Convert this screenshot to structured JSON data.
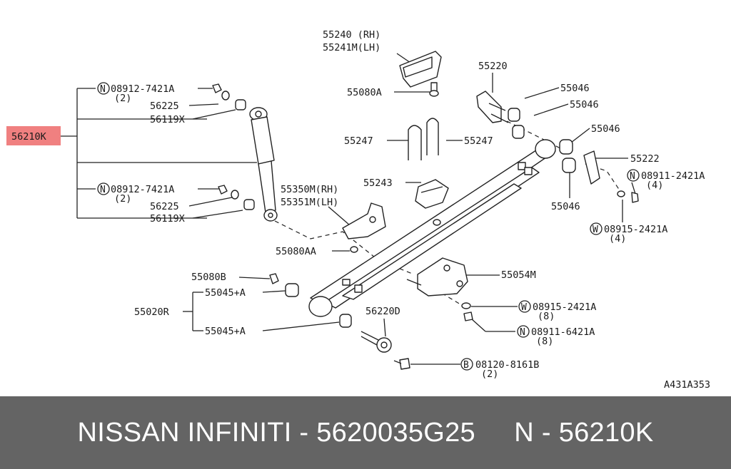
{
  "callout_highlight": "56210K",
  "labels": {
    "p55240": "55240 (RH)",
    "p55241m": "55241M(LH)",
    "p55080a": "55080A",
    "p55220": "55220",
    "p55046_1": "55046",
    "p55046_2": "55046",
    "p55046_3": "55046",
    "p55046_4": "55046",
    "p55222": "55222",
    "p55247_l": "55247",
    "p55247_r": "55247",
    "p55243": "55243",
    "p55350m": "55350M(RH)",
    "p55351m": "55351M(LH)",
    "p55080aa": "55080AA",
    "p55080b": "55080B",
    "p55054m": "55054M",
    "p55045_1": "55045+A",
    "p55045_2": "55045+A",
    "p55020r": "55020R",
    "p56220d": "56220D",
    "n1_part": "08912-7421A",
    "n1_qty": "(2)",
    "p56225_1": "56225",
    "p56119x_1": "56119X",
    "n2_part": "08912-7421A",
    "n2_qty": "(2)",
    "p56225_2": "56225",
    "p56119x_2": "56119X",
    "n3_part": "08911-2421A",
    "n3_qty": "(4)",
    "w1_part": "08915-2421A",
    "w1_qty": "(4)",
    "w2_part": "08915-2421A",
    "w2_qty": "(8)",
    "n4_part": "08911-6421A",
    "n4_qty": "(8)",
    "b1_part": "08120-8161B",
    "b1_qty": "(2)",
    "sym_n": "N",
    "sym_w": "W",
    "sym_b": "B",
    "drawing_code": "A431A353"
  },
  "footer": {
    "text": "NISSAN INFINITI - 5620035G25     N - 56210K"
  },
  "colors": {
    "highlight": "#f08080",
    "footer_bg": "#646464",
    "footer_text": "#ffffff"
  }
}
